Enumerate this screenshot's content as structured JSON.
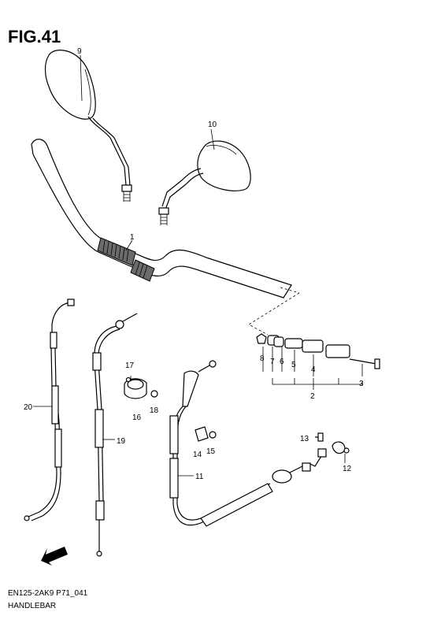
{
  "figure": {
    "title": "FIG.41"
  },
  "footer": {
    "code": "EN125-2AK9 P71_041",
    "name": "HANDLEBAR"
  },
  "callouts": [
    "1",
    "2",
    "3",
    "4",
    "5",
    "6",
    "7",
    "8",
    "9",
    "10",
    "11",
    "12",
    "13",
    "14",
    "15",
    "16",
    "17",
    "18",
    "19",
    "20"
  ],
  "icons": {
    "direction": "fwd-arrow-icon"
  }
}
